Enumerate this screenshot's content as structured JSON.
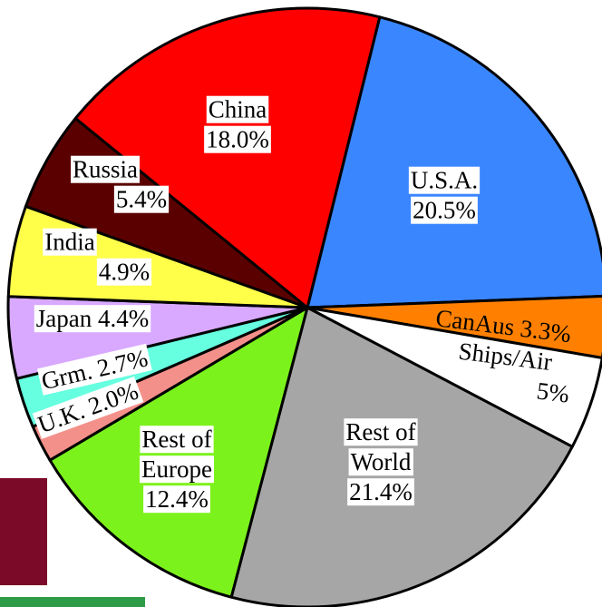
{
  "chart_data": {
    "type": "pie",
    "title": "",
    "slices": [
      {
        "label": "U.S.A.",
        "value": 20.5,
        "value_text": "20.5%",
        "color": "#3a86ff"
      },
      {
        "label": "CanAus",
        "value": 3.3,
        "value_text": "3.3%",
        "color": "#ff8000"
      },
      {
        "label": "Ships/Air",
        "value": 5,
        "value_text": "5%",
        "color": "#ffffff"
      },
      {
        "label": "Rest of World",
        "value": 21.4,
        "value_text": "21.4%",
        "color": "#a6a6a6"
      },
      {
        "label": "Rest of Europe",
        "value": 12.4,
        "value_text": "12.4%",
        "color": "#7cf21c"
      },
      {
        "label": "U.K.",
        "value": 2.0,
        "value_text": "2.0%",
        "color": "#f4908a"
      },
      {
        "label": "Grm.",
        "value": 2.7,
        "value_text": "2.7%",
        "color": "#66ffe0"
      },
      {
        "label": "Japan",
        "value": 4.4,
        "value_text": "4.4%",
        "color": "#d8a9ff"
      },
      {
        "label": "India",
        "value": 4.9,
        "value_text": "4.9%",
        "color": "#ffff4a"
      },
      {
        "label": "Russia",
        "value": 5.4,
        "value_text": "5.4%",
        "color": "#5a0000"
      },
      {
        "label": "China",
        "value": 18.0,
        "value_text": "18.0%",
        "color": "#ff0000"
      }
    ]
  }
}
